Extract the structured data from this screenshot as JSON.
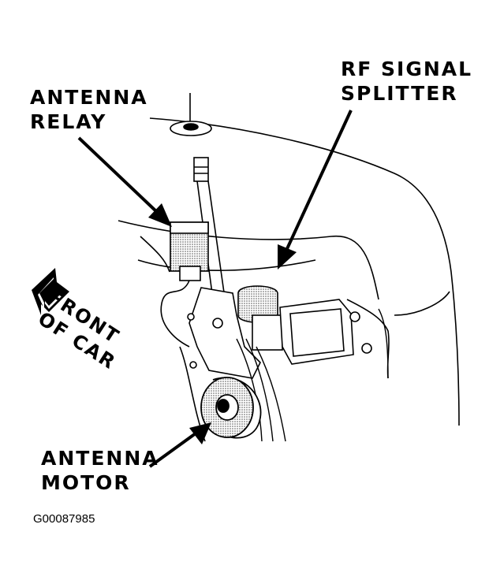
{
  "labels": {
    "antenna_relay": [
      "ANTENNA",
      "RELAY"
    ],
    "rf_signal_splitter": [
      "RF SIGNAL",
      "SPLITTER"
    ],
    "antenna_motor": [
      "ANTENNA",
      "MOTOR"
    ],
    "front_of_car": [
      "FRONT",
      "OF CAR"
    ]
  },
  "figure_id": "G00087985",
  "colors": {
    "ink": "#000000",
    "shade": "#8a8a8a",
    "paper": "#ffffff"
  }
}
